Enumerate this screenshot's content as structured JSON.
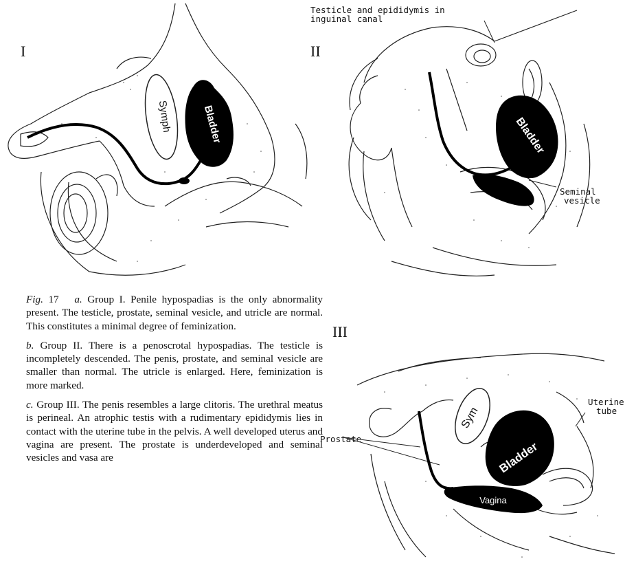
{
  "panels": {
    "p1": {
      "label": "I",
      "organs": {
        "symph": "Symph",
        "bladder": "Bladder"
      }
    },
    "p2": {
      "label": "II",
      "organs": {
        "bladder": "Bladder"
      },
      "callouts": {
        "testicle_line1": "Testicle and epididymis in",
        "testicle_line2": "inguinal canal",
        "seminal_line1": "Seminal",
        "seminal_line2": "vesicle"
      }
    },
    "p3": {
      "label": "III",
      "organs": {
        "sym": "Sym",
        "bladder": "Bladder",
        "vagina": "Vagina"
      },
      "callouts": {
        "prostate": "Prostate",
        "uterine_line1": "Uterine",
        "uterine_line2": "tube"
      }
    }
  },
  "caption": {
    "fig": "Fig.",
    "fig_num": "17",
    "part_a_letter": "a.",
    "part_a": "Group I. Penile hypospadias is the only abnormality present. The testicle, prostate, seminal vesicle, and utricle are normal. This constitutes a minimal degree of feminization.",
    "part_b_letter": "b.",
    "part_b": "Group II. There is a penoscrotal hypospadias. The testicle is incompletely descended. The penis, prostate, and seminal vesicle are smaller than normal. The utricle is enlarged. Here, feminization is more marked.",
    "part_c_letter": "c.",
    "part_c": "Group III. The penis resembles a large clitoris. The urethral meatus is perineal. An atrophic testis with a rudimentary epididymis lies in contact with the uterine tube in the pelvis. A well developed uterus and vagina are present. The prostate is underdeveloped and seminal vesicles and vasa are"
  }
}
